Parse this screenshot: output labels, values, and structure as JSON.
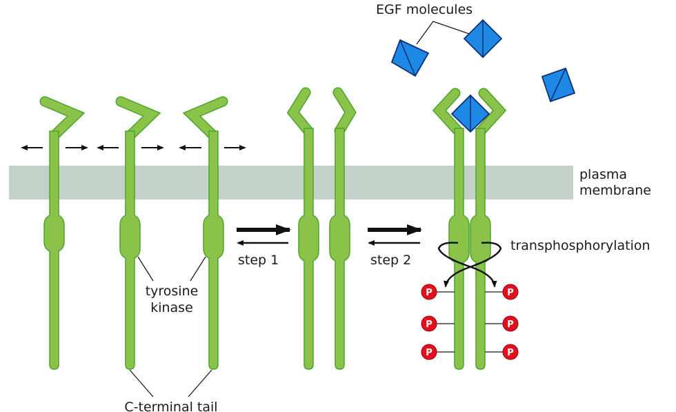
{
  "figure": {
    "labels": {
      "egf": "EGF molecules",
      "membrane_line1": "plasma",
      "membrane_line2": "membrane",
      "tyrosine_line1": "tyrosine",
      "tyrosine_line2": "kinase",
      "c_terminal": "C-terminal tail",
      "step1": "step 1",
      "step2": "step 2",
      "transphosphorylation": "transphosphorylation",
      "phosphate": "P"
    },
    "colors": {
      "receptor": "#8bc34a",
      "receptor_outline": "#4aa42a",
      "membrane": "#c3d1c9",
      "egf": "#1e88e5",
      "phosphate": "#e0101c"
    },
    "stages": [
      {
        "name": "monomers",
        "receptor_count": 3,
        "state": "unbound, diffusing laterally"
      },
      {
        "name": "dimer",
        "receptor_count": 2,
        "state": "dimerized"
      },
      {
        "name": "activated-dimer",
        "receptor_count": 2,
        "state": "EGF-bound, transphosphorylated",
        "phosphates_per_chain": 3
      }
    ]
  }
}
